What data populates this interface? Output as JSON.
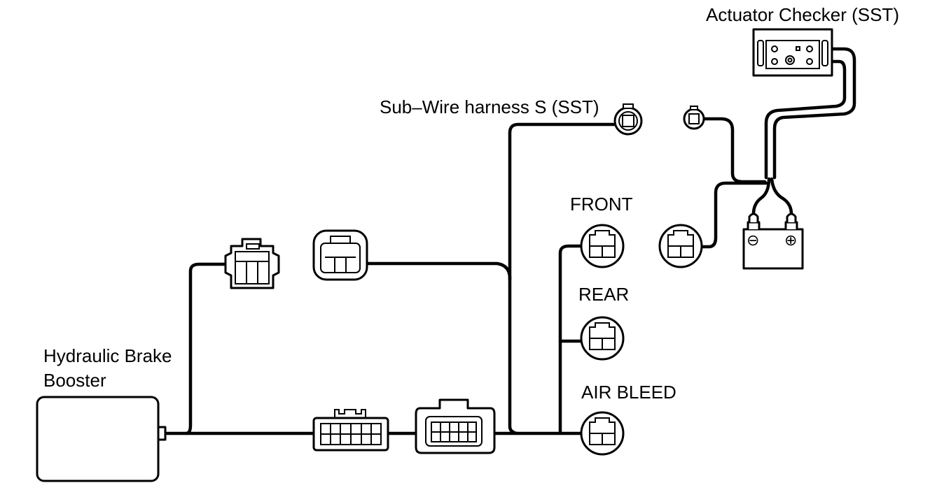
{
  "labels": {
    "actuator_checker": "Actuator Checker (SST)",
    "sub_wire_harness": "Sub–Wire harness S (SST)",
    "front": "FRONT",
    "rear": "REAR",
    "air_bleed": "AIR BLEED",
    "hydraulic_brake_booster_line1": "Hydraulic Brake",
    "hydraulic_brake_booster_line2": "Booster"
  },
  "battery": {
    "negative": "⊖",
    "positive": "⊕"
  }
}
